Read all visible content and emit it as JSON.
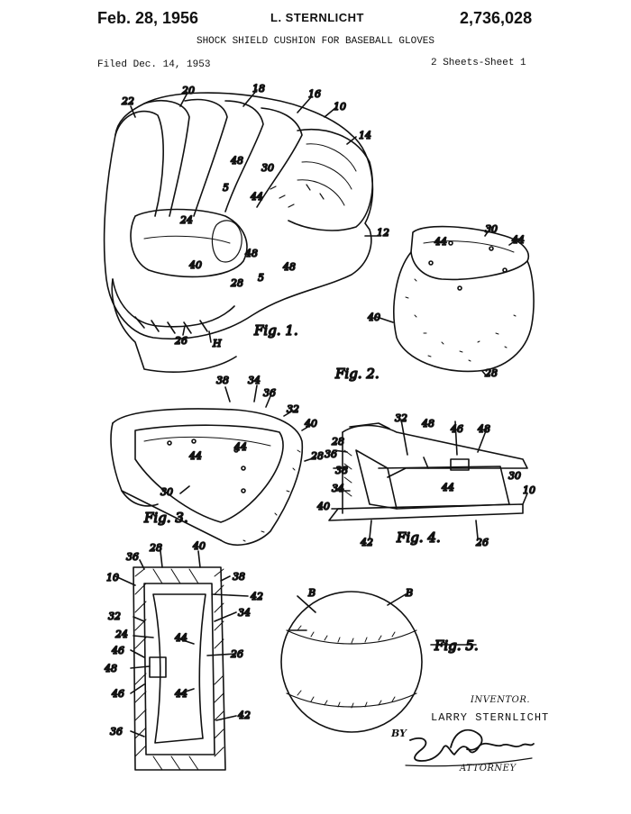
{
  "header": {
    "date": "Feb. 28, 1956",
    "inventor_short": "L. STERNLICHT",
    "patent_number": "2,736,028",
    "title": "SHOCK SHIELD CUSHION FOR BASEBALL GLOVES",
    "filed": "Filed Dec. 14, 1953",
    "sheets": "2 Sheets-Sheet 1"
  },
  "figures": {
    "fig1": "Fig. 1.",
    "fig2": "Fig. 2.",
    "fig3": "Fig. 3.",
    "fig4": "Fig. 4.",
    "fig5": "Fig. 5."
  },
  "labels": {
    "n10": "10",
    "n12": "12",
    "n14": "14",
    "n16": "16",
    "n18": "18",
    "n20": "20",
    "n22": "22",
    "n24": "24",
    "n26": "26",
    "n28": "28",
    "n30": "30",
    "n32": "32",
    "n34": "34",
    "n36": "36",
    "n38": "38",
    "n40": "40",
    "n42": "42",
    "n44": "44",
    "n46": "46",
    "n48": "48",
    "n5": "5",
    "H": "H",
    "B": "B"
  },
  "signature": {
    "inventor_heading": "INVENTOR.",
    "inventor_name": "LARRY STERNLICHT",
    "by": "BY",
    "attorney_signature": "Zoltan Polachek",
    "attorney_heading": "ATTORNEY"
  }
}
